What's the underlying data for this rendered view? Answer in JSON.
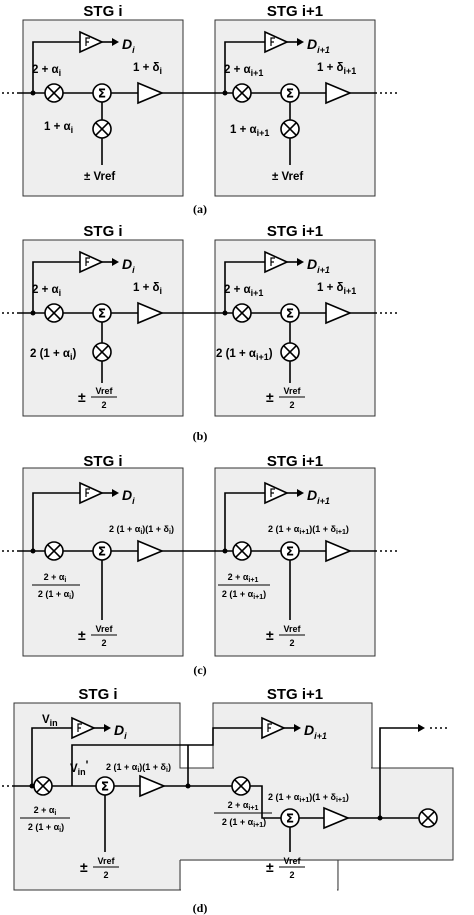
{
  "colors": {
    "stage_fill": "#eeeeee",
    "stroke": "#000000"
  },
  "icons": [
    "multiplier-icon",
    "summer-icon",
    "amplifier-icon",
    "comparator-icon"
  ],
  "panels": {
    "a": {
      "caption": "(a)",
      "stage1": {
        "title": "STG i",
        "out": "D",
        "out_sub": "i",
        "mul_a": "2 + α",
        "mul_a_sub": "i",
        "gain": "1 + δ",
        "gain_sub": "i",
        "mul_b": "1 + α",
        "mul_b_sub": "i",
        "ref": "± Vref"
      },
      "stage2": {
        "title": "STG i+1",
        "out": "D",
        "out_sub": "i+1",
        "mul_a": "2 + α",
        "mul_a_sub": "i+1",
        "gain": "1 + δ",
        "gain_sub": "i+1",
        "mul_b": "1 + α",
        "mul_b_sub": "i+1",
        "ref": "± Vref"
      }
    },
    "b": {
      "caption": "(b)",
      "stage1": {
        "title": "STG i",
        "out": "D",
        "out_sub": "i",
        "mul_a": "2 + α",
        "mul_a_sub": "i",
        "gain": "1 + δ",
        "gain_sub": "i",
        "mul_b": "2 (1 + α",
        "mul_b_sub": "i",
        "mul_b_end": ")",
        "ref_sign": "±",
        "ref_num": "Vref",
        "ref_den": "2"
      },
      "stage2": {
        "title": "STG i+1",
        "out": "D",
        "out_sub": "i+1",
        "mul_a": "2 + α",
        "mul_a_sub": "i+1",
        "gain": "1 + δ",
        "gain_sub": "i+1",
        "mul_b": "2 (1 + α",
        "mul_b_sub": "i+1",
        "mul_b_end": ")",
        "ref_sign": "±",
        "ref_num": "Vref",
        "ref_den": "2"
      }
    },
    "c": {
      "caption": "(c)",
      "stage1": {
        "title": "STG i",
        "out": "D",
        "out_sub": "i",
        "gain_a": "2 (1 + α",
        "gain_a_sub": "i",
        "gain_b": ")(1 + δ",
        "gain_b_sub": "i",
        "gain_end": ")",
        "frac_num": "2 + α",
        "frac_num_sub": "i",
        "frac_den": "2 (1 + α",
        "frac_den_sub": "i",
        "frac_den_end": ")",
        "ref_sign": "±",
        "ref_num": "Vref",
        "ref_den": "2"
      },
      "stage2": {
        "title": "STG i+1",
        "out": "D",
        "out_sub": "i+1",
        "gain_a": "2 (1 + α",
        "gain_a_sub": "i+1",
        "gain_b": ")(1 + δ",
        "gain_b_sub": "i+1",
        "gain_end": ")",
        "frac_num": "2 + α",
        "frac_num_sub": "i+1",
        "frac_den": "2 (1 + α",
        "frac_den_sub": "i+1",
        "frac_den_end": ")",
        "ref_sign": "±",
        "ref_num": "Vref",
        "ref_den": "2"
      }
    },
    "d": {
      "caption": "(d)",
      "vin": "V",
      "vin_sub": "in",
      "vin2": "V",
      "vin2_sub": "in",
      "vin2_mark": "'",
      "stage1": {
        "title": "STG i",
        "out": "D",
        "out_sub": "i",
        "gain_a": "2 (1 + α",
        "gain_a_sub": "i",
        "gain_b": ")(1 + δ",
        "gain_b_sub": "i",
        "gain_end": ")",
        "frac_num": "2 + α",
        "frac_num_sub": "i",
        "frac_den": "2 (1 + α",
        "frac_den_sub": "i",
        "frac_den_end": ")",
        "ref_sign": "±",
        "ref_num": "Vref",
        "ref_den": "2"
      },
      "stage2": {
        "title": "STG i+1",
        "out": "D",
        "out_sub": "i+1",
        "gain_a": "2 (1 + α",
        "gain_a_sub": "i+1",
        "gain_b": ")(1 + δ",
        "gain_b_sub": "i+1",
        "gain_end": ")",
        "frac_num": "2 + α",
        "frac_num_sub": "i+1",
        "frac_den": "2 (1 + α",
        "frac_den_sub": "i+1",
        "frac_den_end": ")",
        "ref_sign": "±",
        "ref_num": "Vref",
        "ref_den": "2"
      }
    }
  }
}
